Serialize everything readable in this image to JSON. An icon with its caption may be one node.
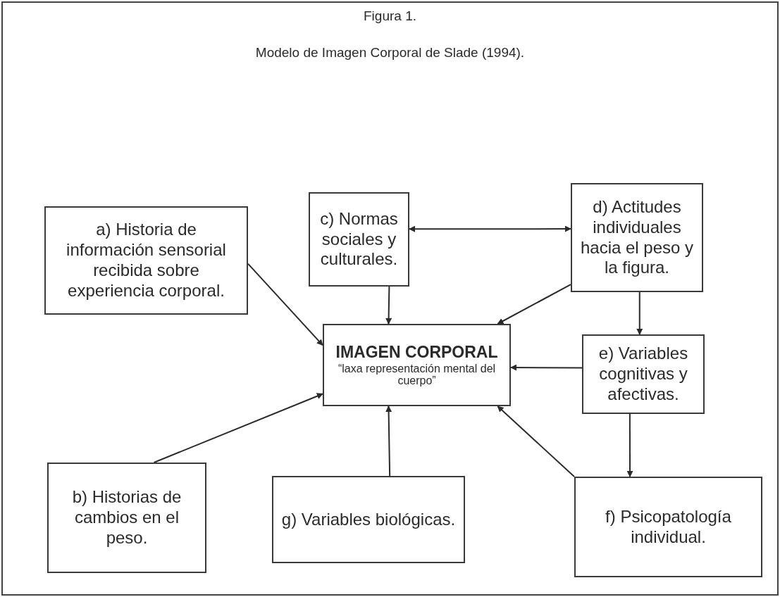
{
  "diagram": {
    "title": "Figura 1.",
    "caption": "Modelo de Imagen Corporal de Slade  (1994).",
    "nodes": [
      {
        "text": [
          "a) Historia de información sensorial recibida sobre experiencia corporal."
        ]
      },
      {
        "text": [
          "c) Normas sociales y culturales."
        ]
      },
      {
        "text": [
          "d) Actitudes individuales hacia el peso y la figura."
        ]
      },
      {
        "text": [
          "IMAGEN CORPORAL",
          "“laxa representación mental del cuerpo”"
        ]
      },
      {
        "text": [
          "e) Variables cognitivas y afectivas."
        ]
      },
      {
        "text": [
          "b) Historias de cambios en el peso."
        ]
      },
      {
        "text": [
          "g) Variables biológicas."
        ]
      },
      {
        "text": [
          "f) Psicopatología individual."
        ]
      }
    ],
    "edges": [
      {
        "from": 0,
        "to": 3,
        "arrow": "to"
      },
      {
        "from": 1,
        "to": 3,
        "arrow": "to"
      },
      {
        "from": 1,
        "to": 2,
        "arrow": "both"
      },
      {
        "from": 2,
        "to": 3,
        "arrow": "to"
      },
      {
        "from": 2,
        "to": 4,
        "arrow": "to"
      },
      {
        "from": 4,
        "to": 3,
        "arrow": "to"
      },
      {
        "from": 4,
        "to": 7,
        "arrow": "to"
      },
      {
        "from": 5,
        "to": 3,
        "arrow": "to"
      },
      {
        "from": 6,
        "to": 3,
        "arrow": "to"
      },
      {
        "from": 7,
        "to": 3,
        "arrow": "to"
      }
    ]
  }
}
